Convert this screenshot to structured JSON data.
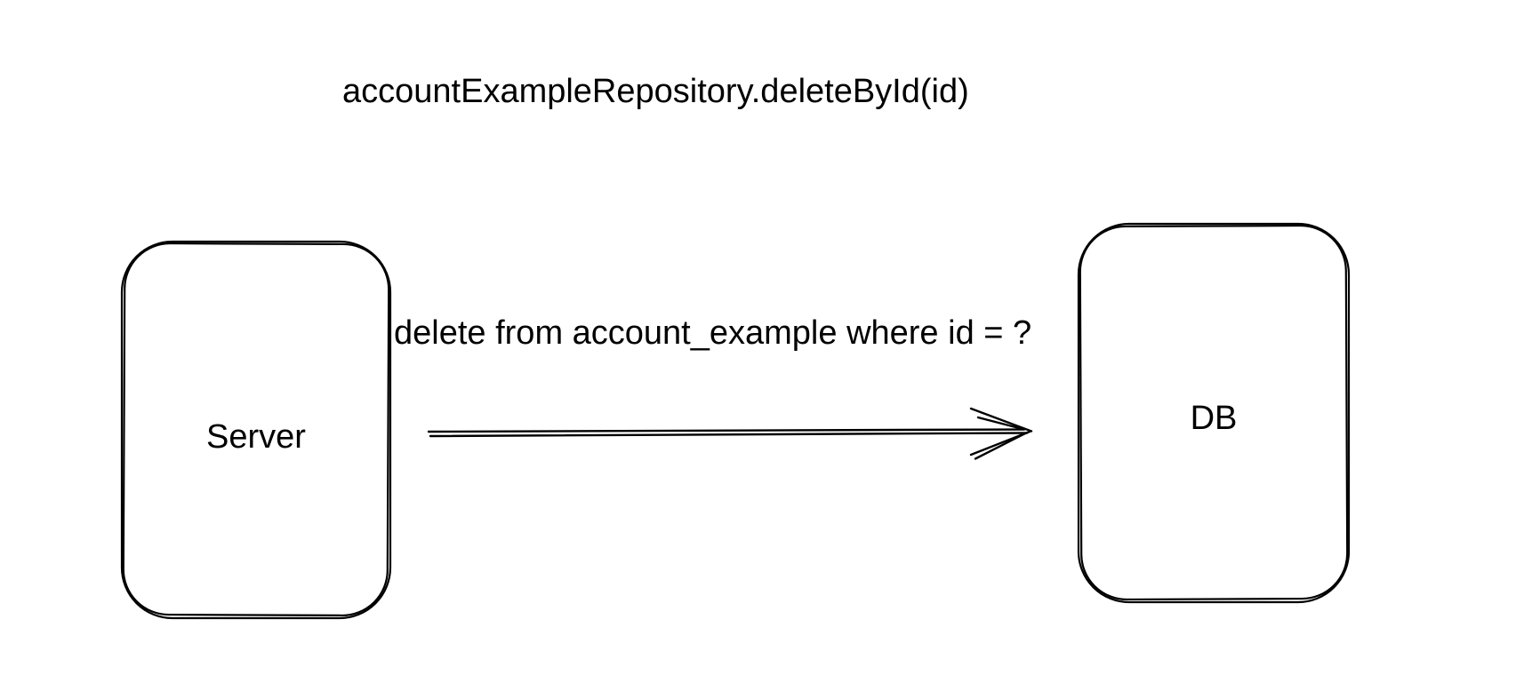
{
  "page": {
    "background": "#ffffff"
  },
  "diagram": {
    "title": "accountExampleRepository.deleteById(id)",
    "nodes": [
      {
        "id": "server",
        "label": "Server",
        "shape": "rounded-rectangle"
      },
      {
        "id": "db",
        "label": "DB",
        "shape": "rounded-rectangle"
      }
    ],
    "edge": {
      "from": "server",
      "to": "db",
      "label": "delete from account_example where id = ?",
      "direction": "right"
    },
    "style": {
      "stroke_color": "#000000",
      "text_color": "#000000",
      "background_color": "#ffffff",
      "stroke_style": "hand-drawn"
    }
  }
}
